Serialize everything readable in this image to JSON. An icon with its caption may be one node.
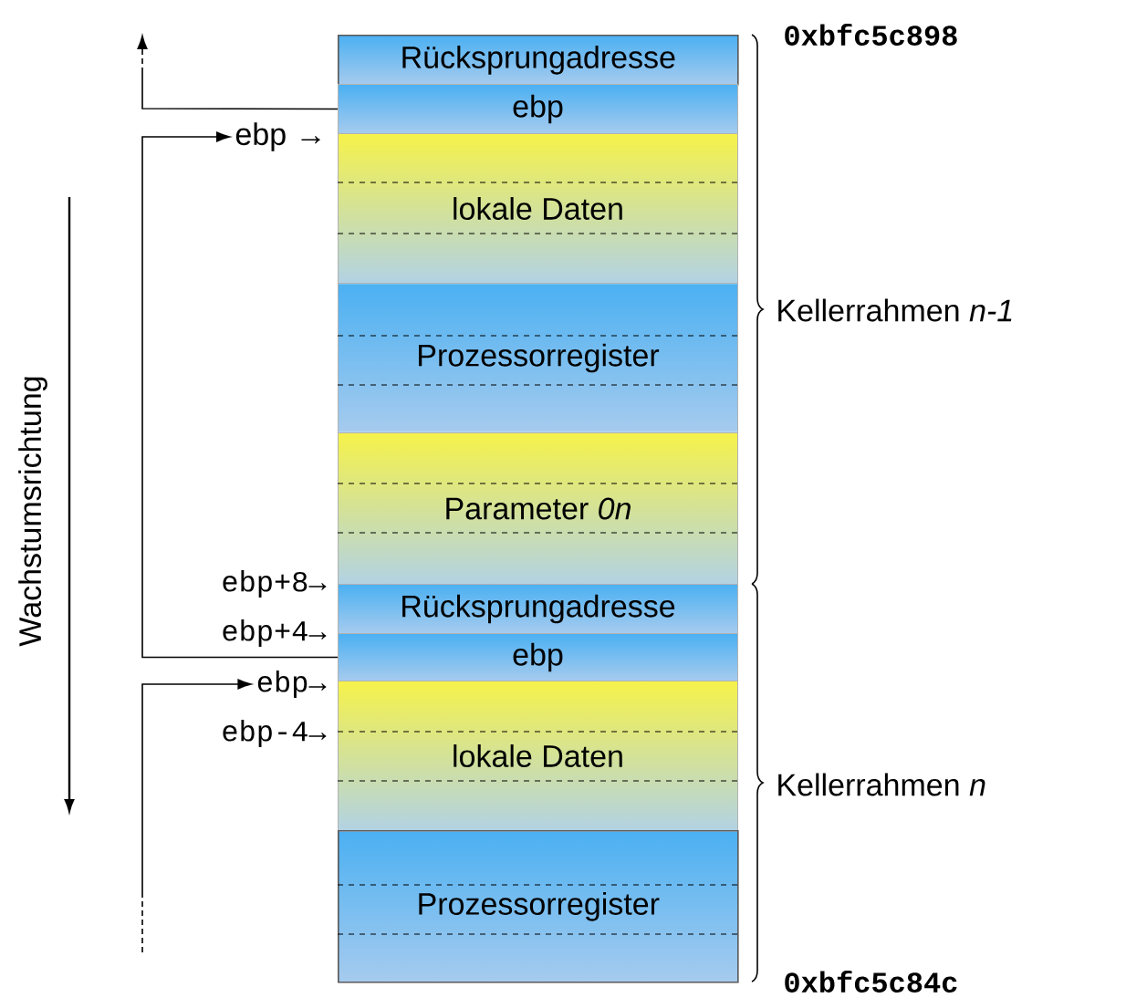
{
  "diagram": {
    "nodes": [
      {
        "text": [
          "Rücksprungadresse"
        ]
      },
      {
        "text": [
          "ebp"
        ]
      },
      {
        "text": [
          "lokale Daten"
        ]
      },
      {
        "text": [
          "Prozessorregister"
        ]
      },
      {
        "text": [
          "Parameter *0n*"
        ]
      },
      {
        "text": [
          "Rücksprungadresse"
        ]
      },
      {
        "text": [
          "ebp"
        ]
      },
      {
        "text": [
          "lokale Daten"
        ]
      },
      {
        "text": [
          "Prozessorregister"
        ]
      },
      {
        "text": [
          "ebp →"
        ]
      },
      {
        "text": [
          "ebp→"
        ]
      }
    ],
    "edges": [
      {
        "from": 1,
        "to": null,
        "arrow": "to"
      },
      {
        "from": 6,
        "to": 9,
        "arrow": "to"
      },
      {
        "from": null,
        "to": 10,
        "arrow": "to"
      }
    ],
    "labels": [
      "0xbfc5c898",
      "Kellerrahmen *n-1*",
      "ebp+8→",
      "ebp+4→",
      "ebp-4→",
      "Wachstumsrichtung",
      "Kellerrahmen *n*",
      "0xbfc5c84c"
    ]
  }
}
